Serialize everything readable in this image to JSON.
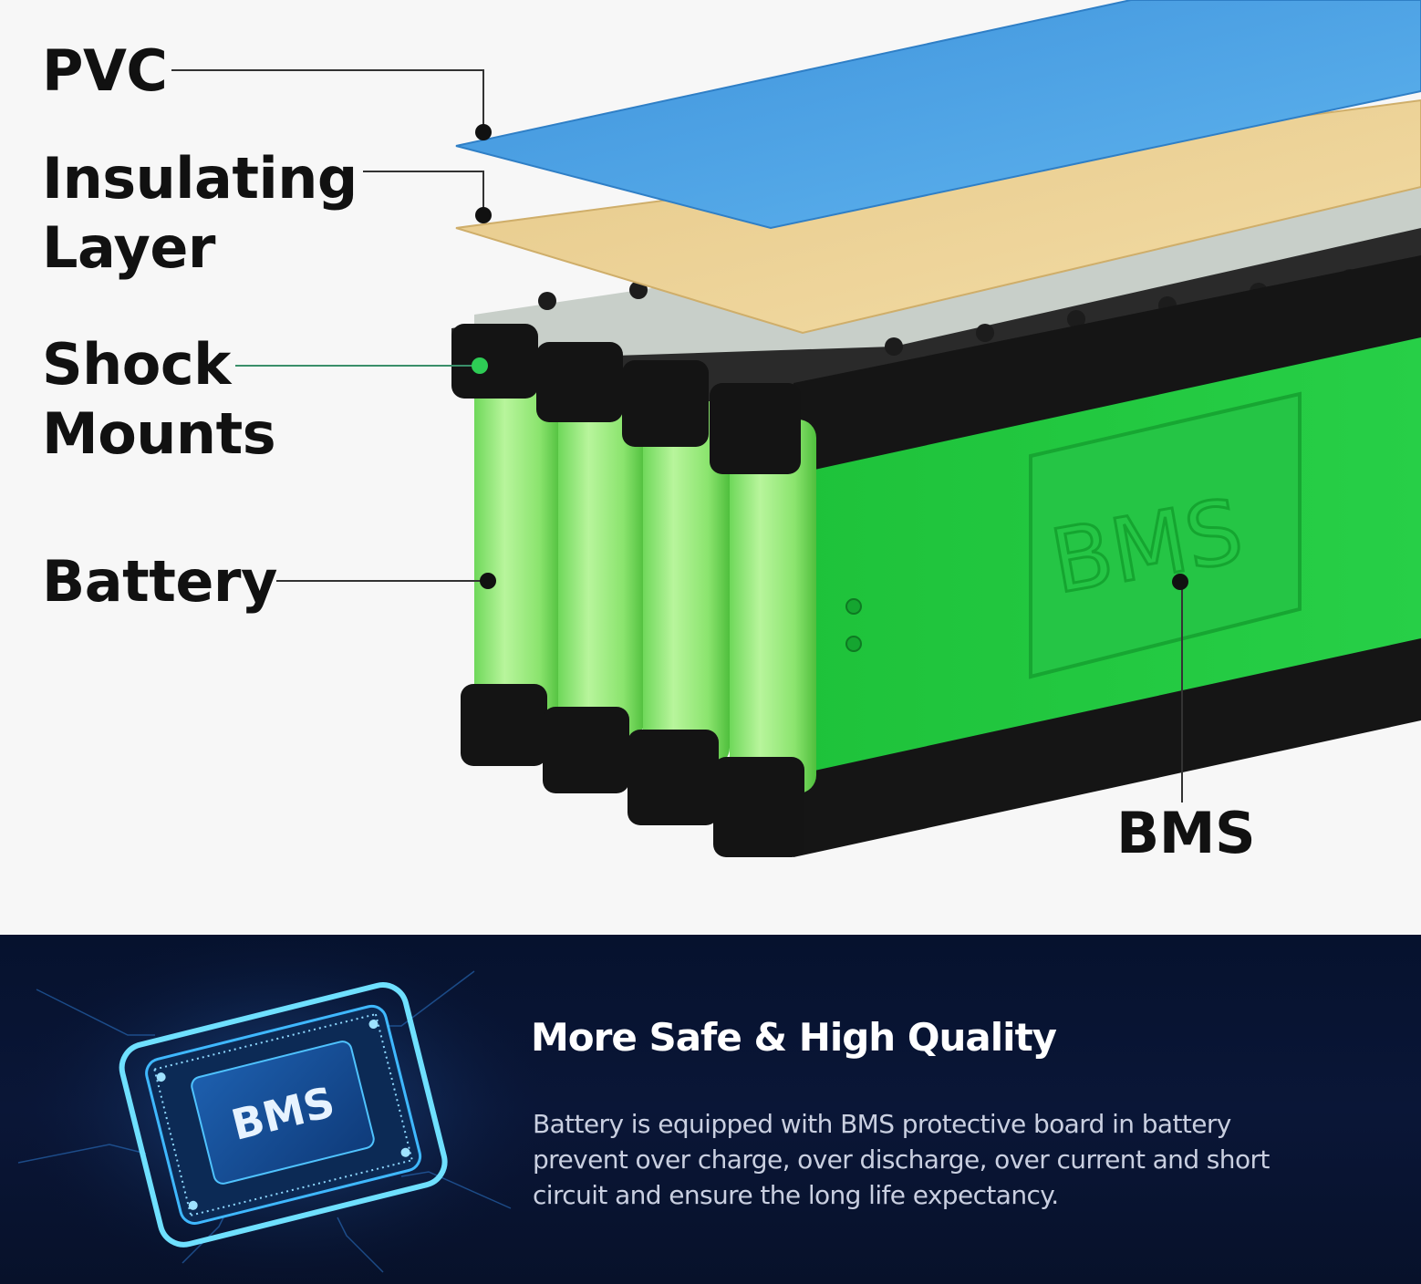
{
  "diagram": {
    "callouts": [
      {
        "id": "pvc",
        "label": "PVC",
        "color": "#4fa3e3"
      },
      {
        "id": "insulating",
        "label": "Insulating\nLayer",
        "color": "#e8cc8a"
      },
      {
        "id": "shock",
        "label": "Shock\nMounts",
        "color": "#1f1f1f"
      },
      {
        "id": "battery",
        "label": "Battery",
        "color": "#7fe36a"
      },
      {
        "id": "bms",
        "label": "BMS",
        "color": "#22c444"
      }
    ],
    "bms_embossed_text": "BMS"
  },
  "feature": {
    "chip_label": "BMS",
    "title": "More Safe & High Quality",
    "description": "Battery is equipped with BMS protective board in battery prevent over charge, over discharge, over current and short circuit and ensure the long life expectancy."
  }
}
